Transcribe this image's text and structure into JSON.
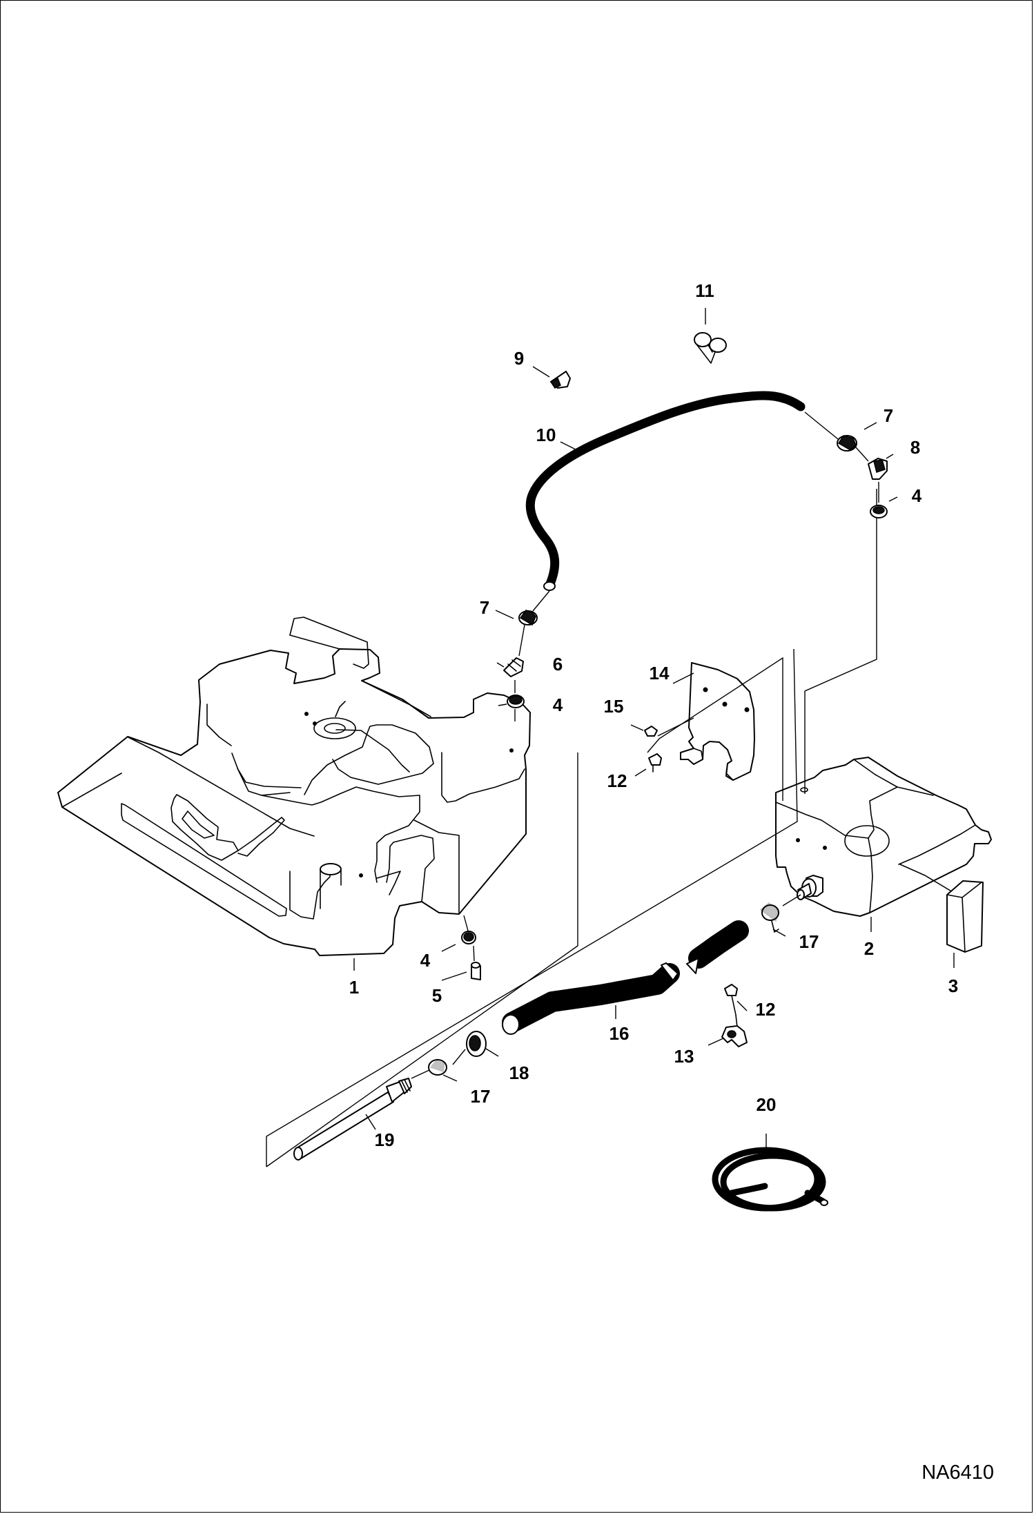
{
  "callouts": {
    "c1": "1",
    "c2": "2",
    "c3": "3",
    "c4a": "4",
    "c4b": "4",
    "c4c": "4",
    "c5": "5",
    "c6": "6",
    "c7a": "7",
    "c7b": "7",
    "c8": "8",
    "c9": "9",
    "c10": "10",
    "c11": "11",
    "c12a": "12",
    "c12b": "12",
    "c13": "13",
    "c14": "14",
    "c15": "15",
    "c16": "16",
    "c17a": "17",
    "c17b": "17",
    "c18": "18",
    "c19": "19",
    "c20": "20"
  },
  "drawing_code": "NA6410",
  "colors": {
    "line": "#000000",
    "background": "#ffffff",
    "hose": "#111111"
  }
}
